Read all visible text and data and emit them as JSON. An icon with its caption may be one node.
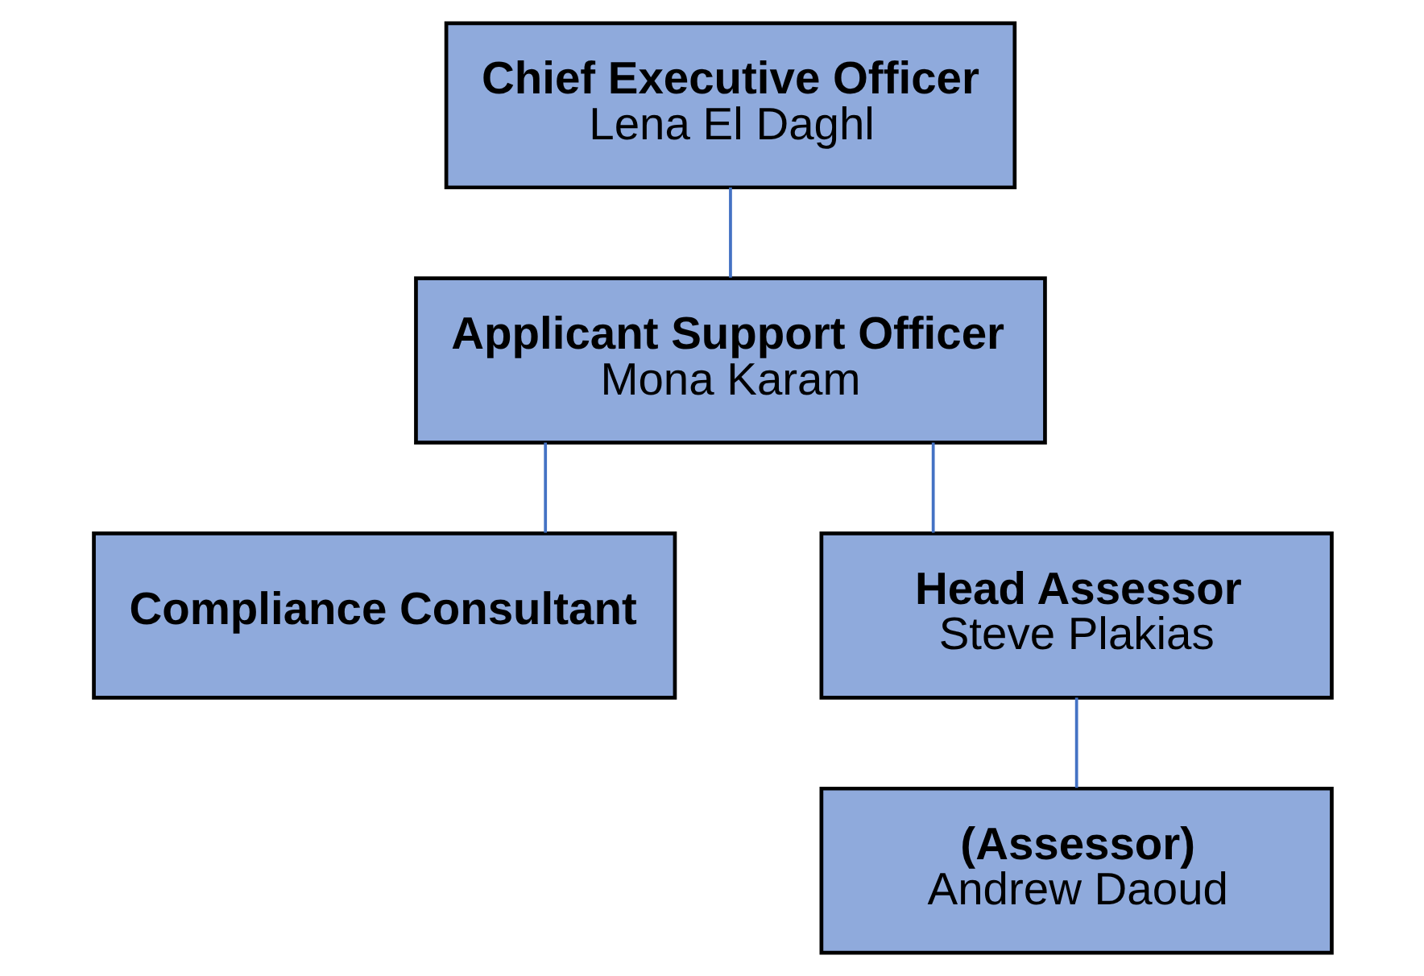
{
  "diagram": {
    "nodes": [
      {
        "text": [
          "Chief Executive Officer",
          "Lena El Daghl"
        ]
      },
      {
        "text": [
          "Applicant Support Officer",
          "Mona Karam"
        ]
      },
      {
        "text": [
          "Compliance Consultant"
        ]
      },
      {
        "text": [
          "Head Assessor",
          "Steve Plakias"
        ]
      },
      {
        "text": [
          "(Assessor)",
          "Andrew Daoud"
        ]
      }
    ],
    "edges": [
      {
        "from": 0,
        "to": 1,
        "arrow": "none"
      },
      {
        "from": 1,
        "to": 2,
        "arrow": "none"
      },
      {
        "from": 1,
        "to": 3,
        "arrow": "none"
      },
      {
        "from": 3,
        "to": 4,
        "arrow": "none"
      }
    ]
  }
}
